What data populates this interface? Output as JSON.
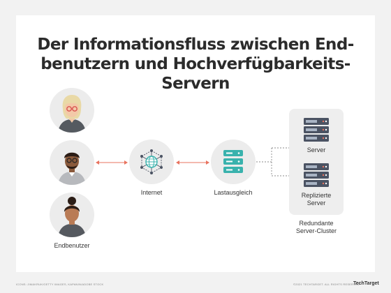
{
  "title": {
    "line1": "Der Informationsfluss zwischen End-",
    "line2": "benutzern und Hochverfügbarkeits-Servern"
  },
  "labels": {
    "users": "Endbenutzer",
    "internet": "Internet",
    "loadbalancer": "Lastausgleich",
    "server": "Server",
    "replicated": "Replizierte Server",
    "cluster_line1": "Redundante",
    "cluster_line2": "Server-Cluster"
  },
  "footer": {
    "credit": "icons: jim&kruk/getty images, kapanin/adobe stock",
    "copyright": "©2021 techtarget. all rights reserved",
    "brand": "TechTarget"
  },
  "colors": {
    "arrow": "#e8735f",
    "accent_teal": "#39b2ad",
    "server_dark": "#4b5363",
    "server_light": "#a9b4c4"
  }
}
